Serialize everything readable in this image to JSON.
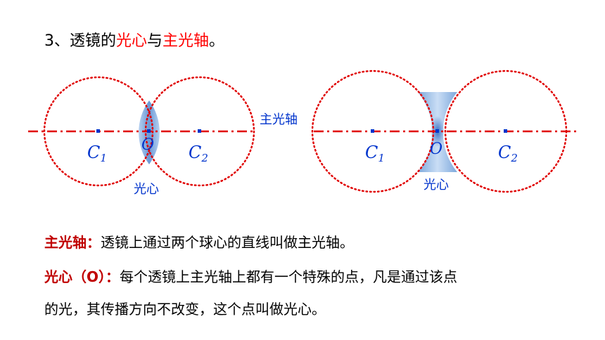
{
  "heading": {
    "prefix": "3、透镜的",
    "term1": "光心",
    "connector": "与",
    "term2": "主光轴",
    "suffix": "。"
  },
  "diagram": {
    "axis_label": "主光轴",
    "left": {
      "c1": "C",
      "c1_sub": "1",
      "o": "O",
      "c2": "C",
      "c2_sub": "2",
      "center_label": "光心"
    },
    "right": {
      "c1": "C",
      "c1_sub": "1",
      "o": "O",
      "c2": "C",
      "c2_sub": "2",
      "center_label": "光心"
    },
    "colors": {
      "circle": "#e00000",
      "axis": "#e00000",
      "lens": "#6f9fd8",
      "label": "#0033cc"
    }
  },
  "definitions": {
    "axis_term": "主光轴：",
    "axis_text": "透镜上通过两个球心的直线叫做主光轴。",
    "center_term": "光心（O）：",
    "center_text_line1": "每个透镜上主光轴上都有一个特殊的点，凡是通过该点",
    "center_text_line2": "的光，其传播方向不改变，这个点叫做光心。"
  }
}
